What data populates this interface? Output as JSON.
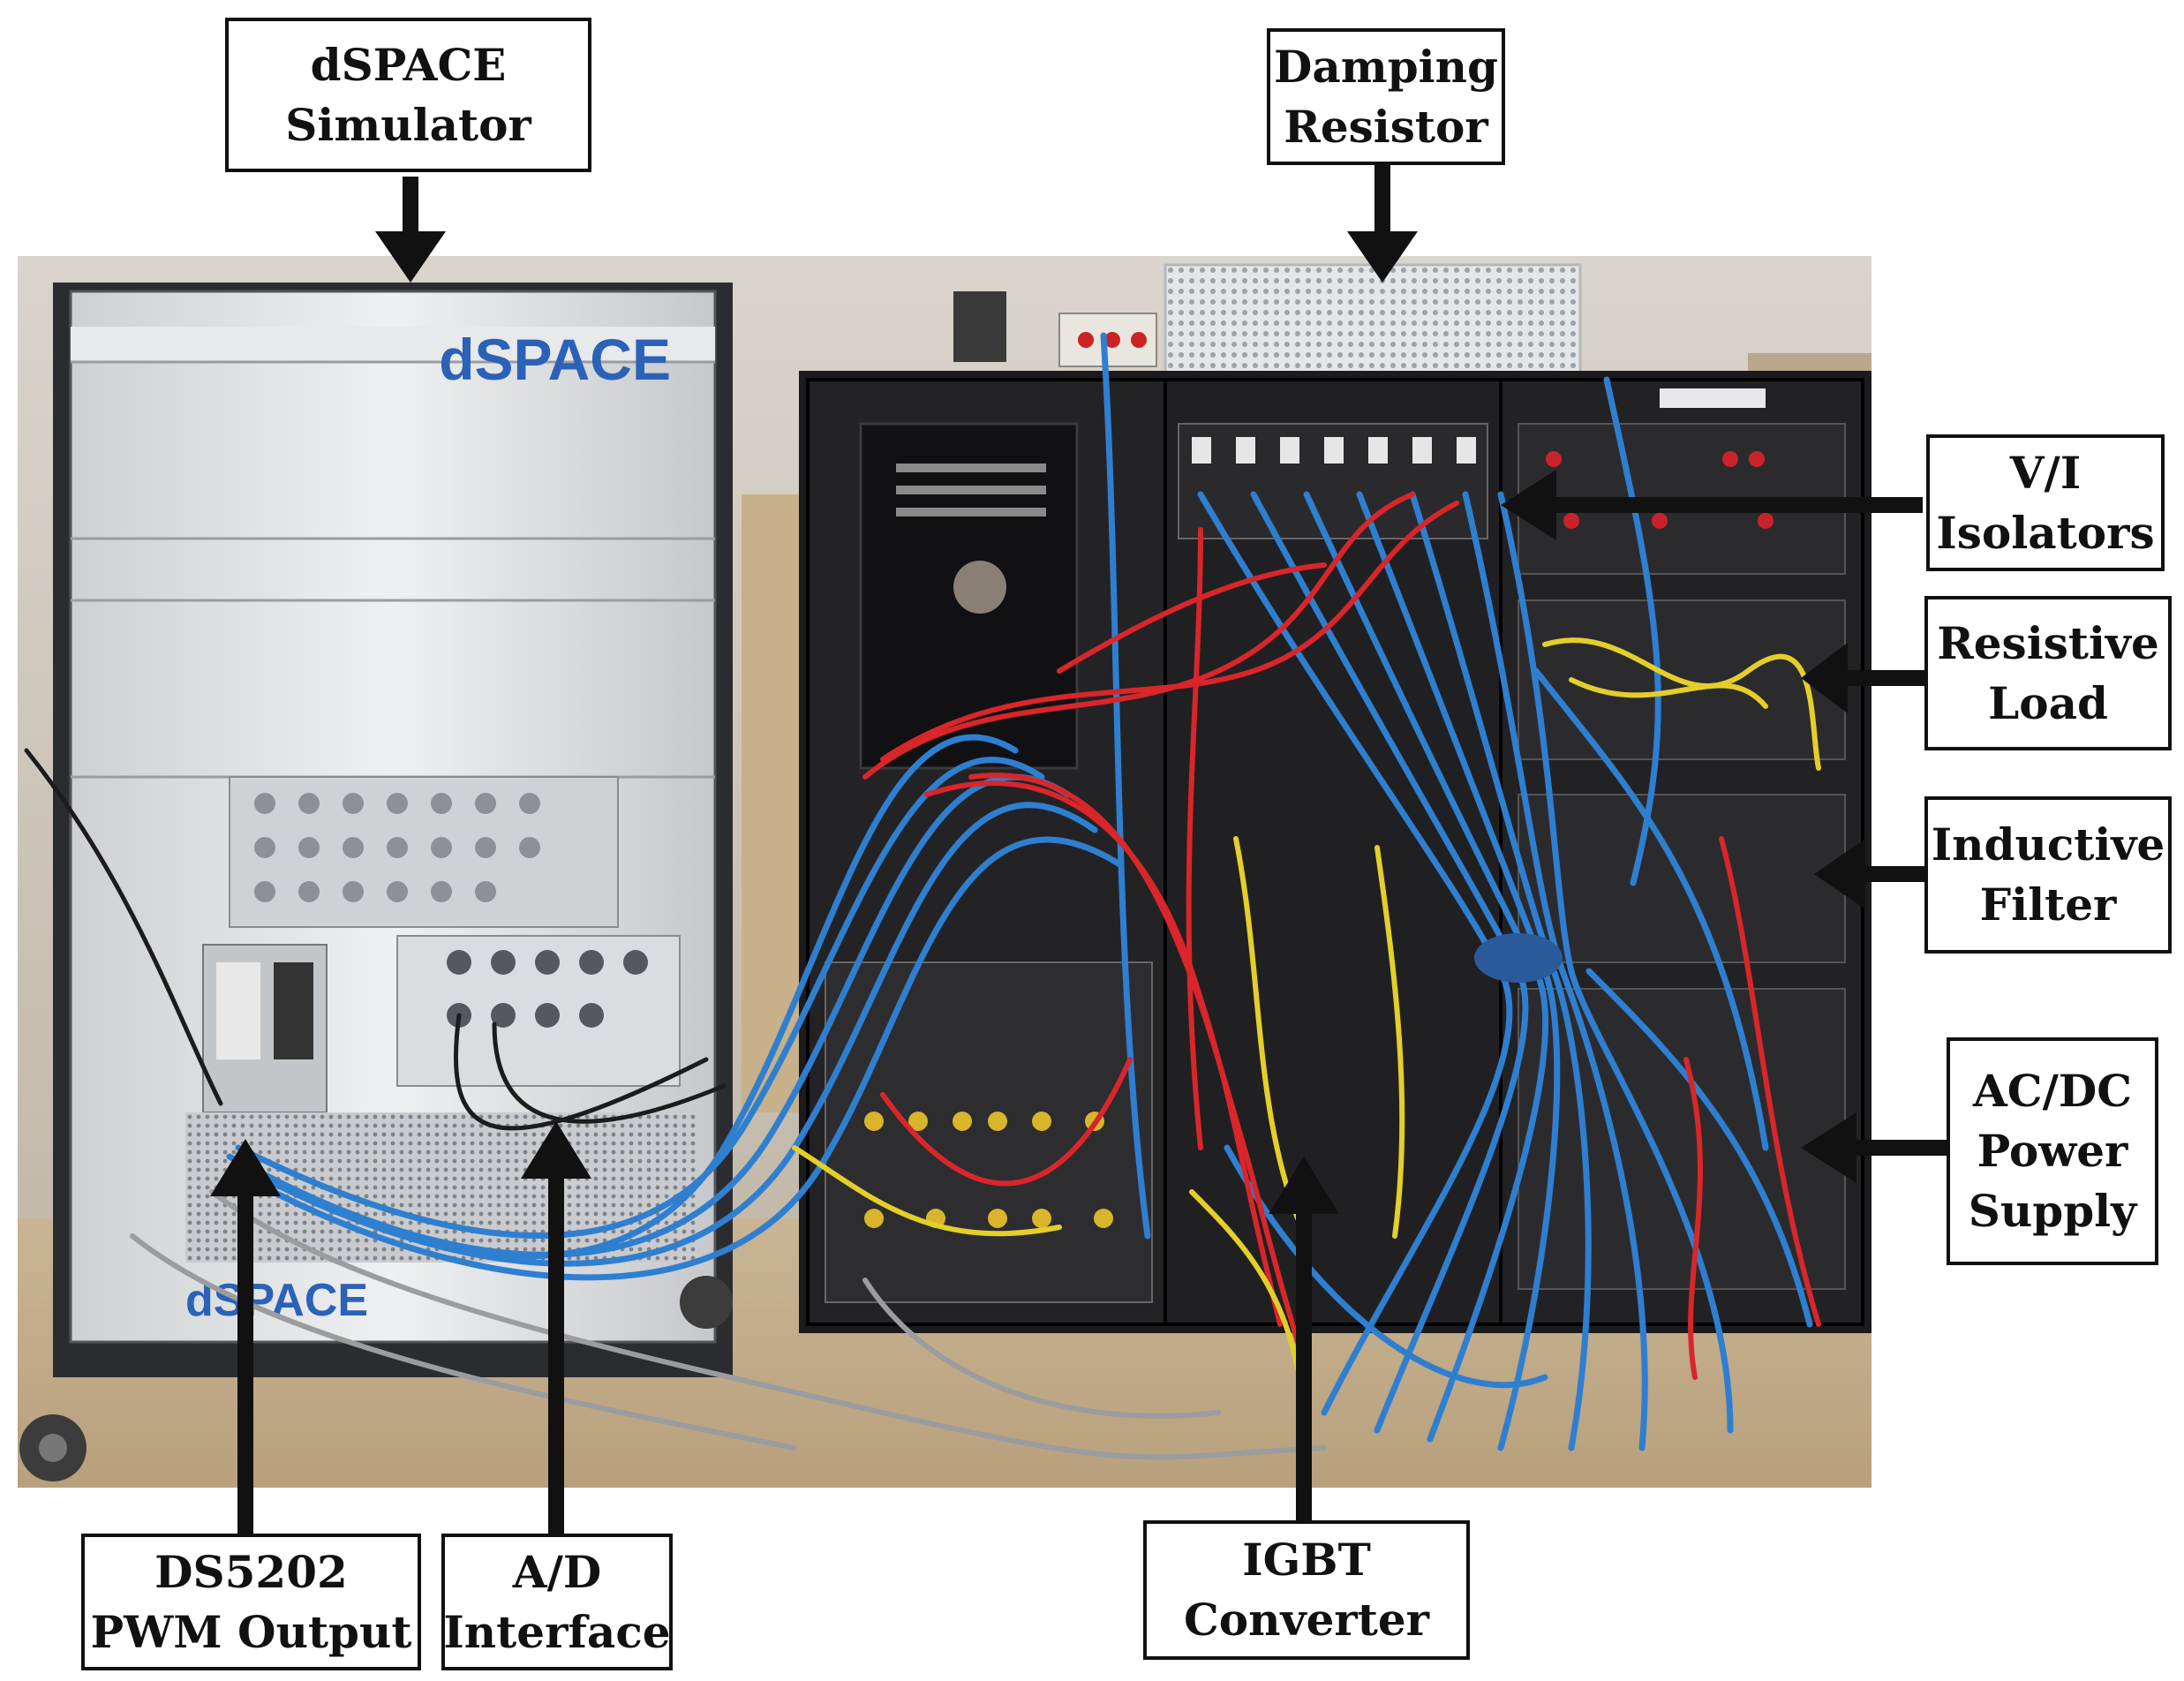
{
  "figure": {
    "labels": {
      "dspace_simulator": [
        "dSPACE",
        "Simulator"
      ],
      "damping_resistor": [
        "Damping",
        "Resistor"
      ],
      "vi_isolators": [
        "V/I",
        "Isolators"
      ],
      "resistive_load": [
        "Resistive",
        "Load"
      ],
      "inductive_filter": [
        "Inductive",
        "Filter"
      ],
      "acdc_power_supply": [
        "AC/DC",
        "Power",
        "Supply"
      ],
      "ds5202_pwm_output": [
        "DS5202",
        "PWM Output"
      ],
      "ad_interface": [
        "A/D",
        "Interface"
      ],
      "igbt_converter": [
        "IGBT",
        "Converter"
      ]
    },
    "photo_text": {
      "dspace_logo_top": "dSPACE",
      "dspace_logo_bottom": "dSPACE"
    },
    "colors": {
      "cable_blue": "#2f7fd0",
      "cable_red": "#d8262a",
      "cable_yellow": "#e3cf2a",
      "rack_black": "#1b1b1d",
      "dspace_red": "#d21f2e",
      "dspace_blue": "#2b62b8"
    }
  }
}
